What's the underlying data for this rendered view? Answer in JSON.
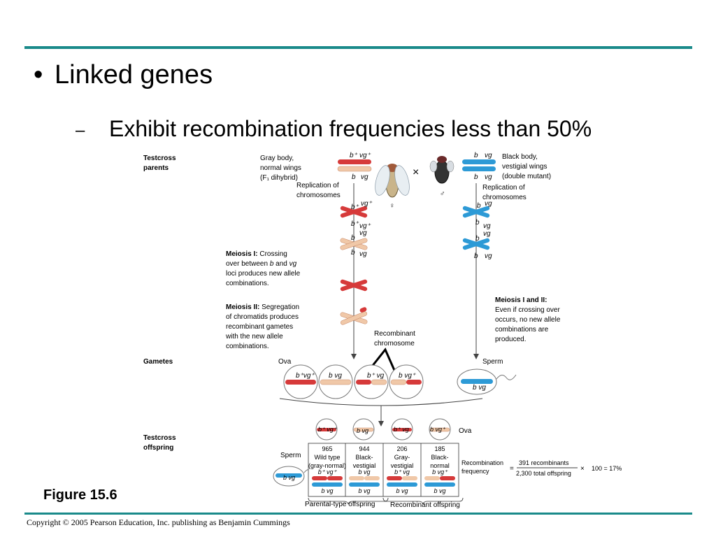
{
  "colors": {
    "accent_bar": "#1a8a8a",
    "red_chromosome": "#d63a3a",
    "tan_chromosome": "#f0c8a8",
    "blue_chromosome": "#2d9ad6",
    "arrow": "#444444"
  },
  "bullets": {
    "level1_marker": "•",
    "level1_text": "Linked genes",
    "level2_marker": "–",
    "level2_text": "Exhibit recombination frequencies less than 50%"
  },
  "figure_label": "Figure 15.6",
  "copyright": "Copyright © 2005 Pearson Education, Inc. publishing as Benjamin Cummings",
  "diagram": {
    "row_testcross_parents": [
      "Testcross",
      "parents"
    ],
    "female_desc": [
      "Gray body,",
      "normal wings",
      "(F₁ dihybrid)"
    ],
    "male_desc": [
      "Black body,",
      "vestigial wings",
      "(double mutant)"
    ],
    "cross_symbol": "×",
    "female_symbol": "♀",
    "male_symbol": "♂",
    "replication_left": [
      "Replication of",
      "chromosomes"
    ],
    "replication_right": [
      "Replication of",
      "chromosomes"
    ],
    "meiosis1_left": [
      "Meiosis I:",
      "Crossing",
      "over between",
      "b",
      "and",
      "vg",
      "loci produces new allele",
      "combinations."
    ],
    "meiosis2_left": [
      "Meiosis II:",
      "Segregation",
      "of chromatids produces",
      "recombinant gametes",
      "with the new allele",
      "combinations."
    ],
    "meiosis_right": [
      "Meiosis I and II:",
      "Even if crossing over",
      "occurs, no new allele",
      "combinations are",
      "produced."
    ],
    "recombinant_chromosome": [
      "Recombinant",
      "chromosome"
    ],
    "row_gametes": "Gametes",
    "ova": "Ova",
    "sperm": "Sperm",
    "row_testcross_offspring": [
      "Testcross",
      "offspring"
    ],
    "ova_right": "Ova",
    "sperm_left": "Sperm",
    "allele_b_plus": "b⁺",
    "allele_vg_plus": "vg⁺",
    "allele_b": "b",
    "allele_vg": "vg",
    "gamete_labels": [
      "b⁺vg⁺",
      "b   vg",
      "b⁺  vg",
      "b   vg⁺"
    ],
    "sperm_gamete": "b   vg",
    "offspring": [
      {
        "count": "965",
        "line1": "Wild type",
        "line2": "(gray-normal)"
      },
      {
        "count": "944",
        "line1": "Black-",
        "line2": "vestigial"
      },
      {
        "count": "206",
        "line1": "Gray-",
        "line2": "vestigial"
      },
      {
        "count": "185",
        "line1": "Black-",
        "line2": "normal"
      }
    ],
    "offspring_top_alleles": [
      "b⁺ vg⁺",
      "b  vg",
      "b⁺ vg",
      "b  vg⁺"
    ],
    "offspring_bottom_alleles": [
      "b   vg",
      "b   vg",
      "b   vg",
      "b   vg"
    ],
    "parental_type": "Parental-type offspring",
    "recombinant_offspring": "Recombinant offspring",
    "recombination_frequency_label": [
      "Recombination",
      "frequency"
    ],
    "equals": "=",
    "numerator": "391 recombinants",
    "denominator": "2,300 total offspring",
    "times": "×",
    "result": "100 = 17%"
  }
}
